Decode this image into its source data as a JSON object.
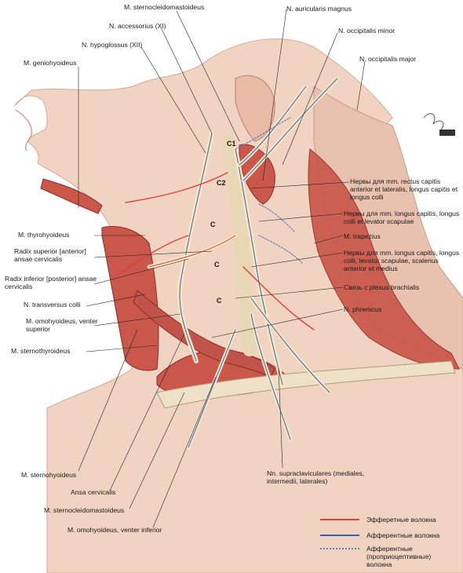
{
  "labels": {
    "sternocleidomastoideus_top": "M. sternocleidomastoideus",
    "accessorius": "N. accessorius (XI)",
    "hypoglossus": "N. hypoglossus (XII)",
    "geniohyoideus": "M. geniohyoideus",
    "auricularis": "N. auricularis magnus",
    "occipitalis_minor": "N. occipitalis minor",
    "occipitalis_major": "N. occipitalis major",
    "rectus_capitis": "Нервы для mm. rectus capitis anterior et lateralis, longus capitis et longus colli",
    "longus_capitis": "Нервы для mm. longus capitis, longus colli et levator scapulae",
    "trapezius": "M. trapezius",
    "longus_scalenus": "Нервы для mm. longus capitis, longus colli, levator scapulae, scalenus anterior et medius",
    "plexus_brachialis": "Связь с plexus brachialis",
    "phrenicus": "N. phrenicus",
    "thyrohyoideus": "M. thyrohyoideus",
    "radix_superior": "Radix superior [anterior] ansae cervicalis",
    "radix_inferior": "Radix inferior [posterior] ansae cervicalis",
    "transversus_colli": "N. transversus colli",
    "omohyoideus_sup": "M. omohyoideus, venter superior",
    "sternothyroideus": "M. sternothyroideus",
    "sternohyoideus": "M. sternohyoideus",
    "ansa_cervicalis": "Ansa cervicalis",
    "sternocleidomastoideus_bottom": "M. sternocleidomastoideus",
    "omohyoideus_inf": "M. omohyoideus, venter inferior",
    "supraclaviculares": "Nn. supraclaviculares (mediales, intermedii, laterales)"
  },
  "segments": {
    "c1": "C1",
    "c2": "C2",
    "c3": "C",
    "c4": "C",
    "c5": "C"
  },
  "legend": {
    "efferent": "Эфферетные волокна",
    "afferent": "Афферентные волокна",
    "proprio": "Афферентные (проприоцептивные) волокна"
  },
  "colors": {
    "efferent": "#e0403a",
    "afferent": "#3b5fb0",
    "proprio": "#6b7fb8",
    "muscle": "#c9574a",
    "skin": "#f1d3c2",
    "nerve": "#f5e6c4"
  }
}
